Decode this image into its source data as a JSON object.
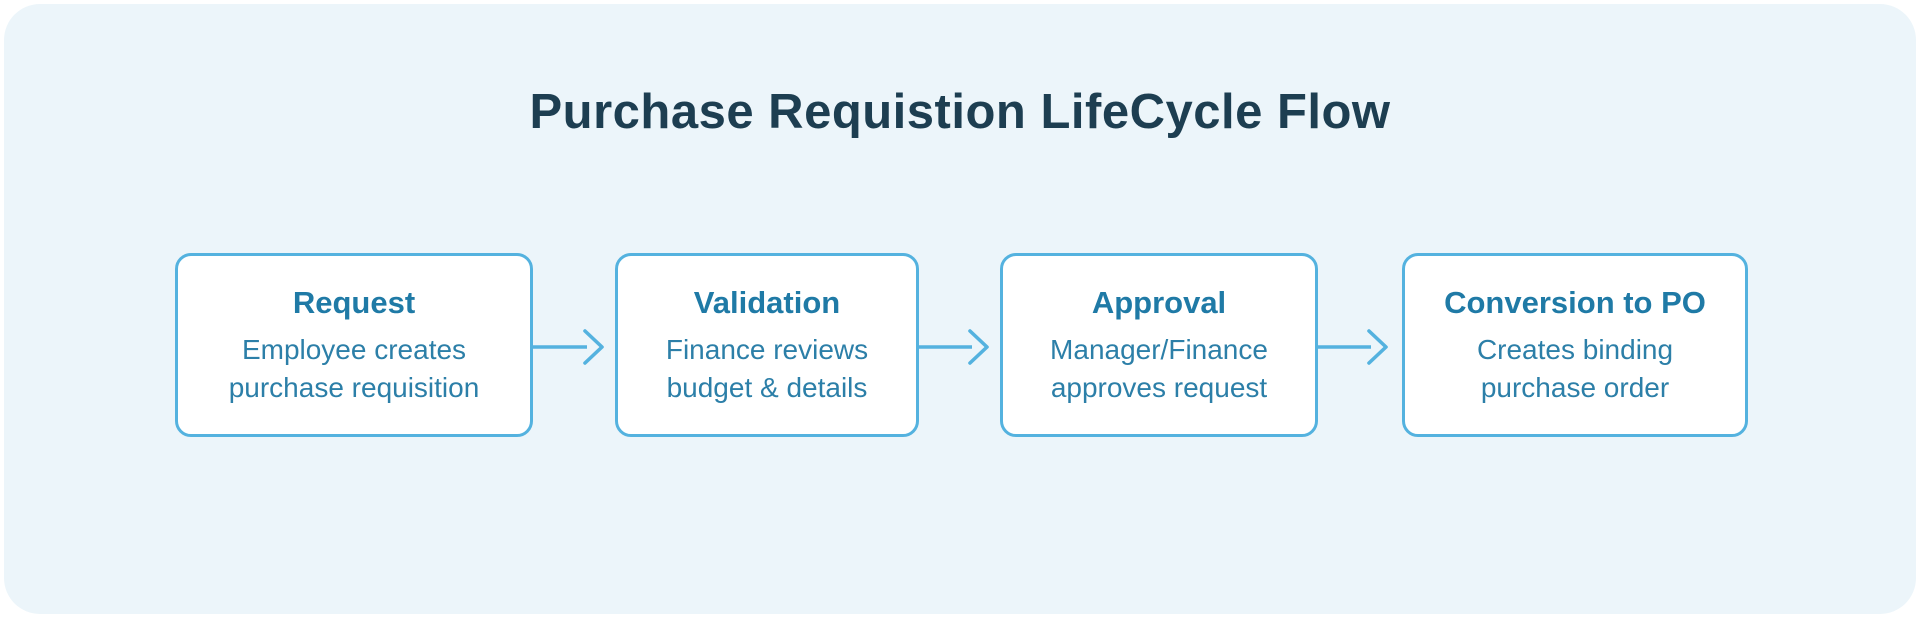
{
  "title": "Purchase Requistion LifeCycle Flow",
  "steps": [
    {
      "title": "Request",
      "lines": [
        "Employee creates",
        "purchase requisition"
      ]
    },
    {
      "title": "Validation",
      "lines": [
        "Finance reviews",
        "budget & details"
      ]
    },
    {
      "title": "Approval",
      "lines": [
        "Manager/Finance",
        "approves request"
      ]
    },
    {
      "title": "Conversion to PO",
      "lines": [
        "Creates binding",
        "purchase order"
      ]
    }
  ],
  "colors": {
    "background": "#ffffff",
    "panel": "#ecf5fa",
    "box_border": "#54b2df",
    "box_fill": "#ffffff",
    "step_title": "#1f7aa6",
    "step_text": "#2c7fa8",
    "heading": "#1d3e51",
    "arrow": "#54b2df"
  }
}
